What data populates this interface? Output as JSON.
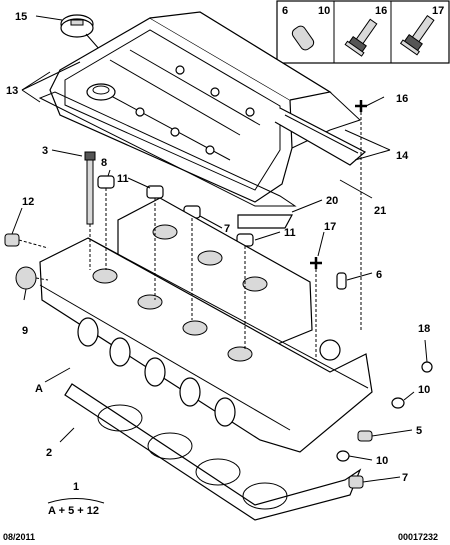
{
  "legend": {
    "items": [
      "6",
      "10",
      "16",
      "17"
    ]
  },
  "callouts": {
    "c15": "15",
    "c13": "13",
    "c3": "3",
    "c8": "8",
    "c11a": "11",
    "c12": "12",
    "c9": "9",
    "c16": "16",
    "c14": "14",
    "c20": "20",
    "c21": "21",
    "c17": "17",
    "c7a": "7",
    "c11b": "11",
    "c6": "6",
    "c18": "18",
    "c10a": "10",
    "cA": "A",
    "c2": "2",
    "c5": "5",
    "c10b": "10",
    "c7b": "7"
  },
  "kit": {
    "number": "1",
    "formula": "A + 5 + 12"
  },
  "footer": {
    "date": "08/2011",
    "ref": "00017232"
  }
}
